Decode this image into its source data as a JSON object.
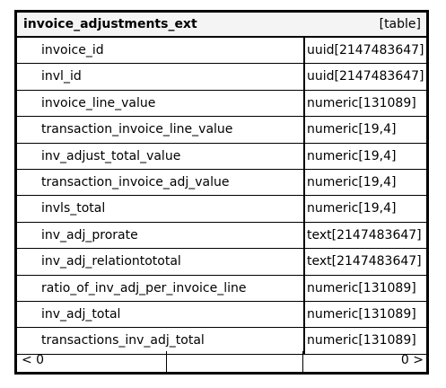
{
  "table": {
    "name": "invoice_adjustments_ext",
    "kind": "[table]",
    "columns": [
      {
        "name": "invoice_id",
        "type": "uuid[2147483647]"
      },
      {
        "name": "invl_id",
        "type": "uuid[2147483647]"
      },
      {
        "name": "invoice_line_value",
        "type": "numeric[131089]"
      },
      {
        "name": "transaction_invoice_line_value",
        "type": "numeric[19,4]"
      },
      {
        "name": "inv_adjust_total_value",
        "type": "numeric[19,4]"
      },
      {
        "name": "transaction_invoice_adj_value",
        "type": "numeric[19,4]"
      },
      {
        "name": "invls_total",
        "type": "numeric[19,4]"
      },
      {
        "name": "inv_adj_prorate",
        "type": "text[2147483647]"
      },
      {
        "name": "inv_adj_relationtototal",
        "type": "text[2147483647]"
      },
      {
        "name": "ratio_of_inv_adj_per_invoice_line",
        "type": "numeric[131089]"
      },
      {
        "name": "inv_adj_total",
        "type": "numeric[131089]"
      },
      {
        "name": "transactions_inv_adj_total",
        "type": "numeric[131089]"
      }
    ],
    "footer": {
      "prev": "< 0",
      "next": "0 >"
    }
  }
}
